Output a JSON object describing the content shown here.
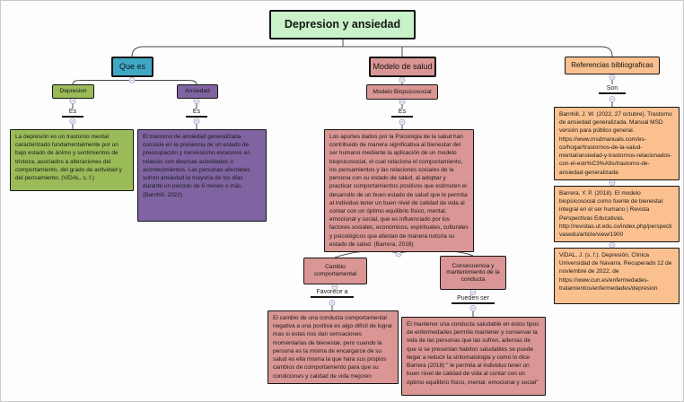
{
  "root": {
    "label": "Depresion y ansiedad"
  },
  "que_es": {
    "label": "Que es",
    "depresion": {
      "label": "Depresion",
      "link": "Es",
      "text": "La depresión es un trastorno mental caracterizado fundamentalmente por un bajo estado de ánimo y sentimientos de tristeza, asociados a alteraciones del comportamiento, del grado de actividad y del pensamiento. (ViDAL, s. f.)"
    },
    "ansiedad": {
      "label": "Ansiedad",
      "link": "Es",
      "text": "El trastorno de ansiedad generalizada consiste en la presencia de un estado de preocupación y nerviosismo excesivos en relación con diversas actividades o acontecimientos. Las personas afectadas sufren ansiedad la mayoría de los días durante un periodo de 6 meses o más. (Barnhill, 2022)"
    }
  },
  "modelo": {
    "label": "Modelo de salud",
    "sub_label": "Modelo Biopsicosocial",
    "link": "Es",
    "text": "Los aportes dados por la Psicologia de la salud han contribuido de manera significativa al bienestar del ser humano mediante la aplicación de un modelo biopsicosocial, el cual relaciona el comportamiento, los pensamientos y las relaciones sociales de la persona con su estado de salud, al adoptar y practicar comportamientos positivos que estimulen el desarrollo de un buen estado de salud que le permita al individuo tener un buen nivel de calidad de vida al contar con un óptimo equilibrio físico, mental, emocional y social, que es influenciado por los factores sociales, económicos, espirituales, culturales y psicológicos que afectan de manera notoria su estado de salud. (Barrera, 2018)",
    "cambio": {
      "label": "Cambio comportamental",
      "link": "Favorece a",
      "text": "El cambio de una conducta comportamental negativa a una positiva es algo difícil de lograr mas si estas nos dan sensaciones momentarias de bienestar, pero cuando la persona es la misma de encargarce de su salud es ella misma la que hara sus propios cambios de comportamiento para que su condiciones y calidad de vida mejoren"
    },
    "consecuencia": {
      "label": "Consecuencia y mantenimiento de la conducta",
      "link": "Pueden ser",
      "text": "El mantener una conducta saludable en estos tipos de enfermedades permite mantener y conservar la vida de las personas que las sufren, ademas de que si se presentan habitos saludables se puede llegar a reducir la sintomatologia y como lo dice Barrera (2018) \" le permita al individuo tener un buen nivel de calidad de vida al contar con un óptimo equilibrio físico, mental, emocional y social\""
    }
  },
  "referencias": {
    "label": "Referencias bibliograficas",
    "link": "Son",
    "items": [
      {
        "text": "Barnhill, J. W. (2022, 27 octubre). Trastorno de ansiedad generalizada. Manual MSD versión para público general. https://www.msdmanuals.com/es-co/hogar/trastornos-de-la-salud-mental/ansiedad-y-trastornos-relacionados-con-el-estr%C3%A9s/trastorno-de-ansiedad-generalizada"
      },
      {
        "text": "Barrera, Y. P. (2018). El modelo biopsicosocial como fuente de bienestar integral en el ser humano | Revista Perspectivas Educativas. http://revistas.ut.edu.co/index.php/perspectivasedu/article/view/1900"
      },
      {
        "text": "ViDAL, J. (s. f.). Depresión. Clinica Universidad de Navarra. Recuperado 12 de noviembre de 2022, de https://www.cun.es/enfermedades-tratamientos/enfermedades/depresion"
      }
    ]
  },
  "colors": {
    "root_bg": "#c9f2c9",
    "que_es_bg": "#3fa9c5",
    "depresion_bg": "#9bbb59",
    "ansiedad_bg": "#8064a2",
    "modelo_bg": "#d99694",
    "referencias_bg": "#fac090",
    "line": "#4a4a4a"
  }
}
